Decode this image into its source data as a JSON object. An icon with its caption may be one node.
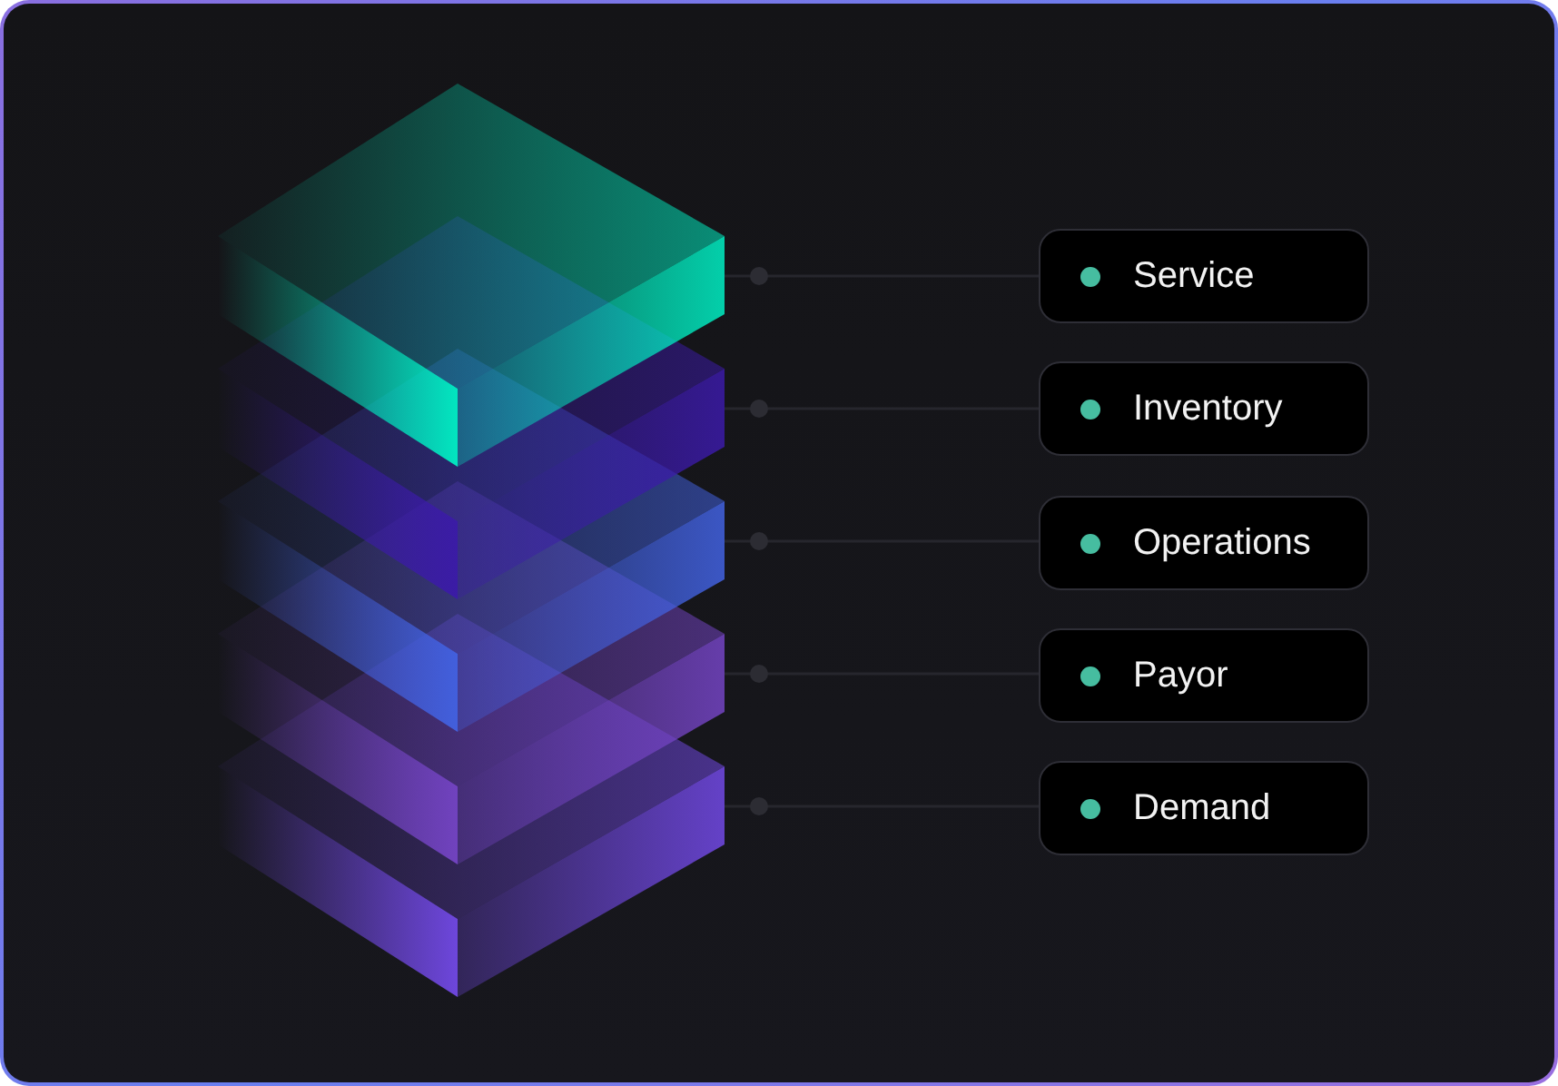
{
  "diagram": {
    "nodes": [
      {
        "text": [
          "Service"
        ]
      },
      {
        "text": [
          "Inventory"
        ]
      },
      {
        "text": [
          "Operations"
        ]
      },
      {
        "text": [
          "Payor"
        ]
      },
      {
        "text": [
          "Demand"
        ]
      },
      {
        "text": [],
        "shape": "box"
      },
      {
        "text": [],
        "shape": "box"
      },
      {
        "text": [],
        "shape": "box"
      },
      {
        "text": [],
        "shape": "box"
      },
      {
        "text": [],
        "shape": "box"
      }
    ],
    "edges": [
      {
        "from": 5,
        "to": 0,
        "arrow": "other"
      },
      {
        "from": 6,
        "to": 1,
        "arrow": "other"
      },
      {
        "from": 7,
        "to": 2,
        "arrow": "other"
      },
      {
        "from": 8,
        "to": 3,
        "arrow": "other"
      },
      {
        "from": 9,
        "to": 4,
        "arrow": "other"
      }
    ]
  }
}
